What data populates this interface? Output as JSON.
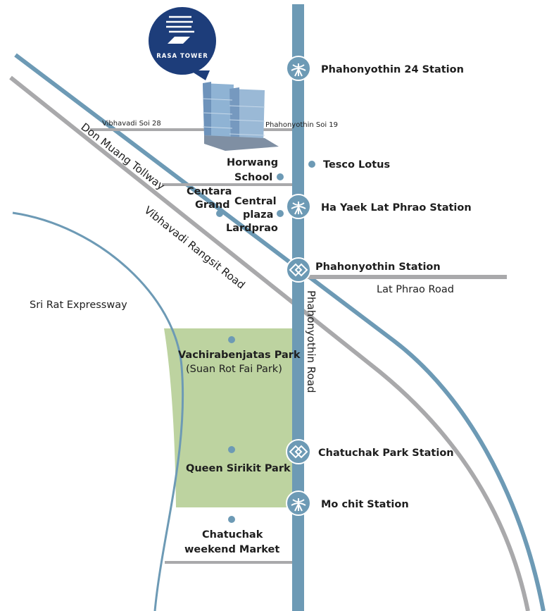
{
  "colors": {
    "main_road": "#6d9ab5",
    "minor_road": "#a9a9ab",
    "park": "#bdd3a0",
    "poi_dot": "#6d9ab5",
    "logo": "#1d3d7a"
  },
  "logo": {
    "text": "RASA TOWER",
    "icon": "rasa-tower-logo-icon"
  },
  "roads": {
    "vibhavadi_soi_28": "Vibhavadi Soi 28",
    "phahonyothin_soi_19": "Phahonyothin Soi 19",
    "don_muang_tollway": "Don Muang Tollway",
    "vibhavadi_rangsit_road": "Vibhavadi Rangsit Road",
    "sri_rat_expressway": "Sri Rat Expressway",
    "lat_phrao_road": "Lat Phrao Road",
    "phahonyothin_road": "Phahonyothin Road"
  },
  "stations": [
    {
      "name": "Phahonyothin 24 Station",
      "icon": "bts-icon"
    },
    {
      "name": "Ha Yaek Lat Phrao Station",
      "icon": "bts-icon"
    },
    {
      "name": "Phahonyothin Station",
      "icon": "mrt-icon"
    },
    {
      "name": "Chatuchak Park Station",
      "icon": "mrt-icon"
    },
    {
      "name": "Mo chit Station",
      "icon": "bts-icon"
    }
  ],
  "places": {
    "tesco_lotus": "Tesco Lotus",
    "horwang_1": "Horwang",
    "horwang_2": "School",
    "centara_1": "Centara",
    "centara_2": "Grand",
    "central_1": "Central",
    "central_2": "plaza",
    "central_3": "Lardprao",
    "vachira_1": "Vachirabenjatas Park",
    "vachira_2": "(Suan Rot Fai Park)",
    "queen_park": "Queen  Sirikit Park",
    "chatuchak_1": "Chatuchak",
    "chatuchak_2": "weekend Market"
  }
}
